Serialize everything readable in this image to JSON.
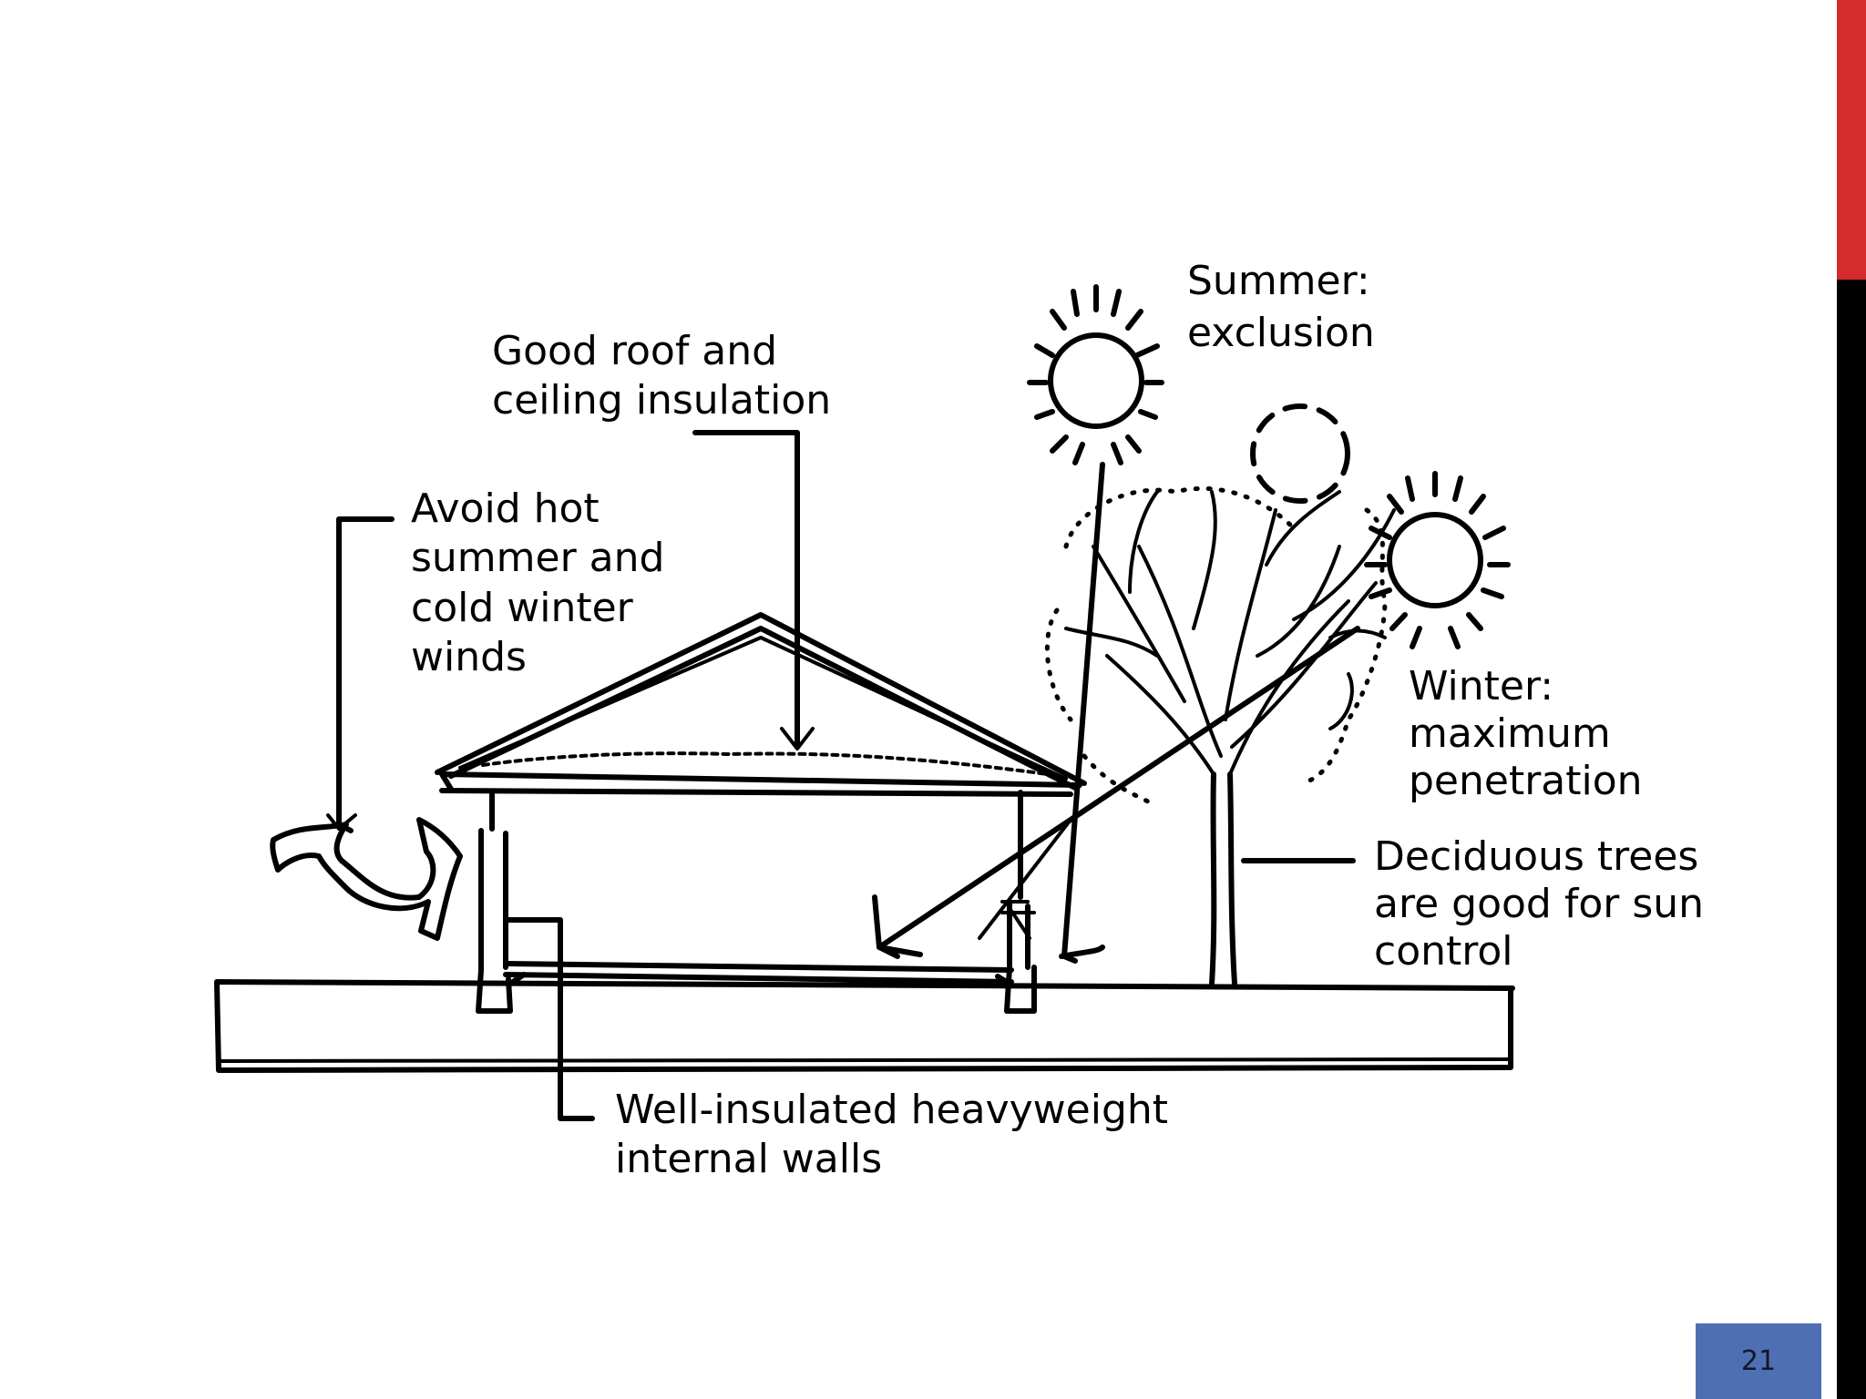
{
  "slide": {
    "page_number": "21",
    "accent_colors": {
      "edge_top": "#d42b2b",
      "edge_bottom": "#000000",
      "page_badge": "#4f6fb4"
    }
  },
  "diagram": {
    "labels": {
      "summer": [
        "Summer:",
        "exclusion"
      ],
      "roof": [
        "Good roof and",
        "ceiling insulation"
      ],
      "wind": [
        "Avoid hot",
        "summer and",
        "cold winter",
        "winds"
      ],
      "winter": [
        "Winter:",
        "maximum",
        "penetration"
      ],
      "trees": [
        "Deciduous trees",
        "are good for sun",
        "control"
      ],
      "walls": [
        "Well-insulated heavyweight",
        "internal walls"
      ]
    },
    "icons": [
      "summer-sun-icon",
      "winter-sun-icon",
      "wind-arrow-icon",
      "deciduous-tree-icon",
      "house-section-icon"
    ]
  }
}
